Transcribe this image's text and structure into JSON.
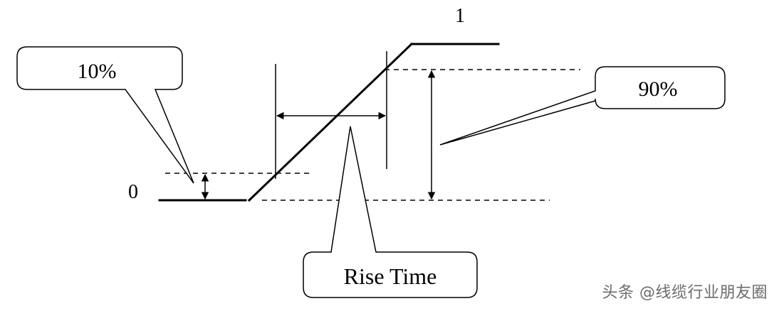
{
  "diagram": {
    "labels": {
      "level_low": "0",
      "level_high": "1",
      "pct_low": "10%",
      "pct_high": "90%",
      "rise_time": "Rise Time"
    },
    "colors": {
      "stroke": "#000000",
      "watermark": "#6b6b6b"
    }
  },
  "watermark": {
    "text": "头条 @线缆行业朋友圈"
  }
}
